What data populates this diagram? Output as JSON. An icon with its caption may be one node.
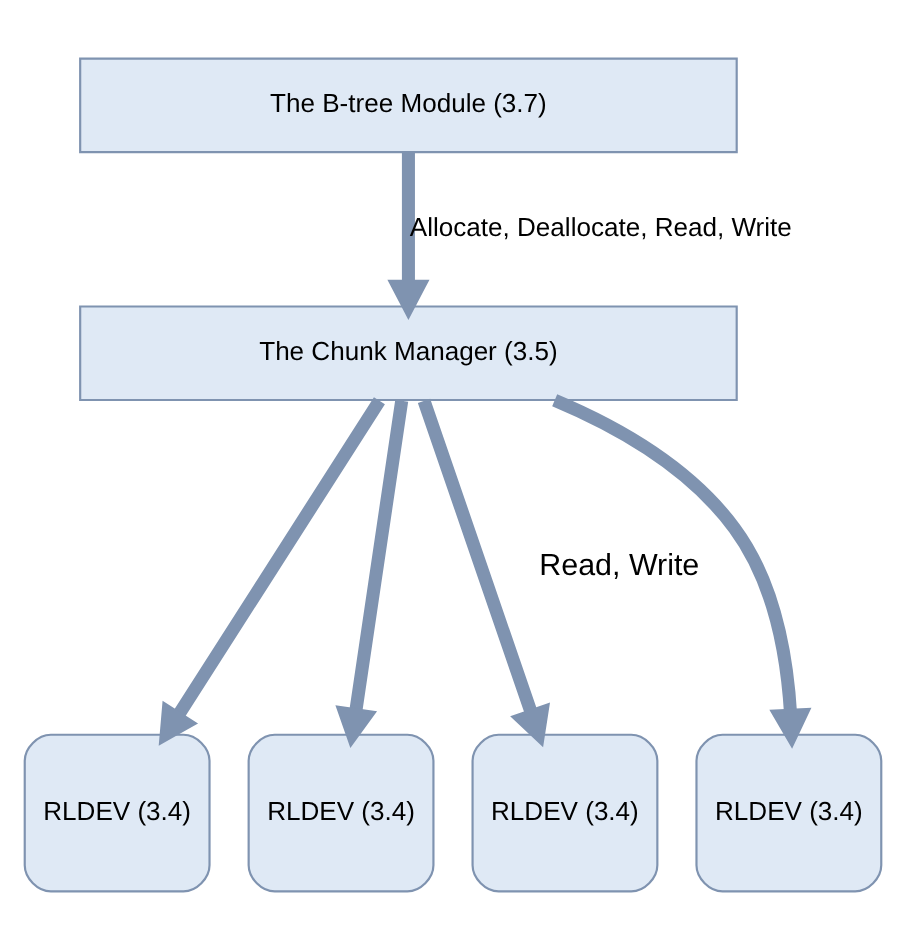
{
  "diagram": {
    "nodes": [
      {
        "text": [
          "The B-tree Module (3.7)"
        ]
      },
      {
        "text": [
          "The Chunk Manager (3.5)"
        ]
      },
      {
        "text": [
          "RLDEV (3.4)"
        ]
      },
      {
        "text": [
          "RLDEV (3.4)"
        ]
      },
      {
        "text": [
          "RLDEV (3.4)"
        ]
      },
      {
        "text": [
          "RLDEV (3.4)"
        ]
      }
    ],
    "edges": [
      {
        "from": 0,
        "to": 1,
        "arrow": "to",
        "label": "Allocate, Deallocate, Read, Write"
      },
      {
        "from": 1,
        "to": 2,
        "arrow": "to"
      },
      {
        "from": 1,
        "to": 3,
        "arrow": "to"
      },
      {
        "from": 1,
        "to": 4,
        "arrow": "to"
      },
      {
        "from": 1,
        "to": 5,
        "arrow": "to"
      }
    ],
    "labels": [
      "Read, Write"
    ]
  }
}
